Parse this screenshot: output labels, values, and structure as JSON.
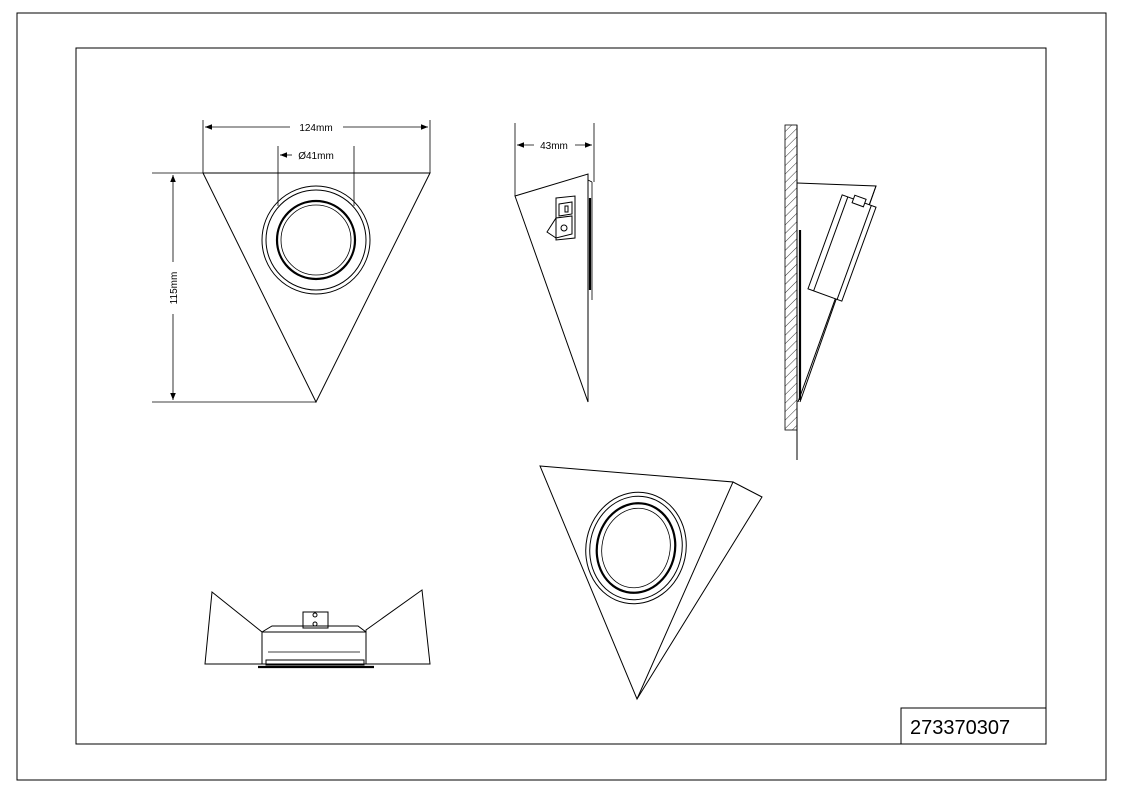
{
  "dimensions": {
    "width": "124mm",
    "diameter": "Ø41mm",
    "depth": "43mm",
    "height": "115mm"
  },
  "title_block": {
    "article_number": "273370307"
  }
}
